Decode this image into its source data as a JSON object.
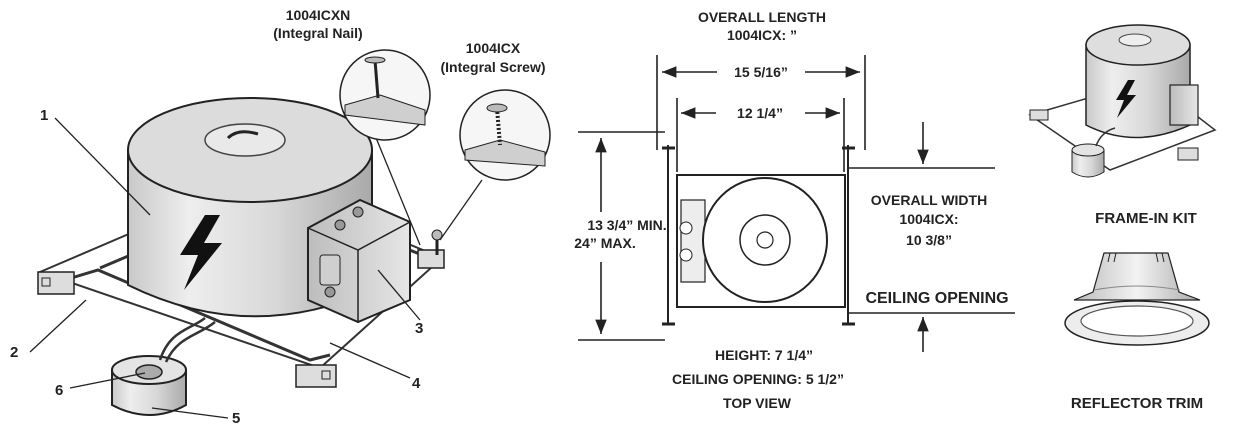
{
  "callouts": {
    "nail_model": "1004ICXN",
    "nail_desc": "(Integral Nail)",
    "screw_model": "1004ICX",
    "screw_desc": "(Integral Screw)"
  },
  "part_numbers": [
    "1",
    "2",
    "3",
    "4",
    "5",
    "6"
  ],
  "dimensions": {
    "overall_length_title": "OVERALL LENGTH",
    "overall_length_model": "1004ICX: ”",
    "length_outer": "15 5/16”",
    "length_inner": "12 1/4”",
    "height_span_min": "13 3/4” MIN.",
    "height_span_max": "24” MAX.",
    "overall_width_title": "OVERALL WIDTH",
    "overall_width_model": "1004ICX:",
    "overall_width_value": "10 3/8”",
    "ceiling_opening_label": "CEILING OPENING"
  },
  "specs": {
    "height": "HEIGHT: 7 1/4”",
    "ceiling_opening": "CEILING OPENING:  5 1/2”",
    "view": "TOP VIEW"
  },
  "accessories": {
    "frame_in_kit": "FRAME-IN KIT",
    "reflector_trim": "REFLECTOR TRIM"
  }
}
